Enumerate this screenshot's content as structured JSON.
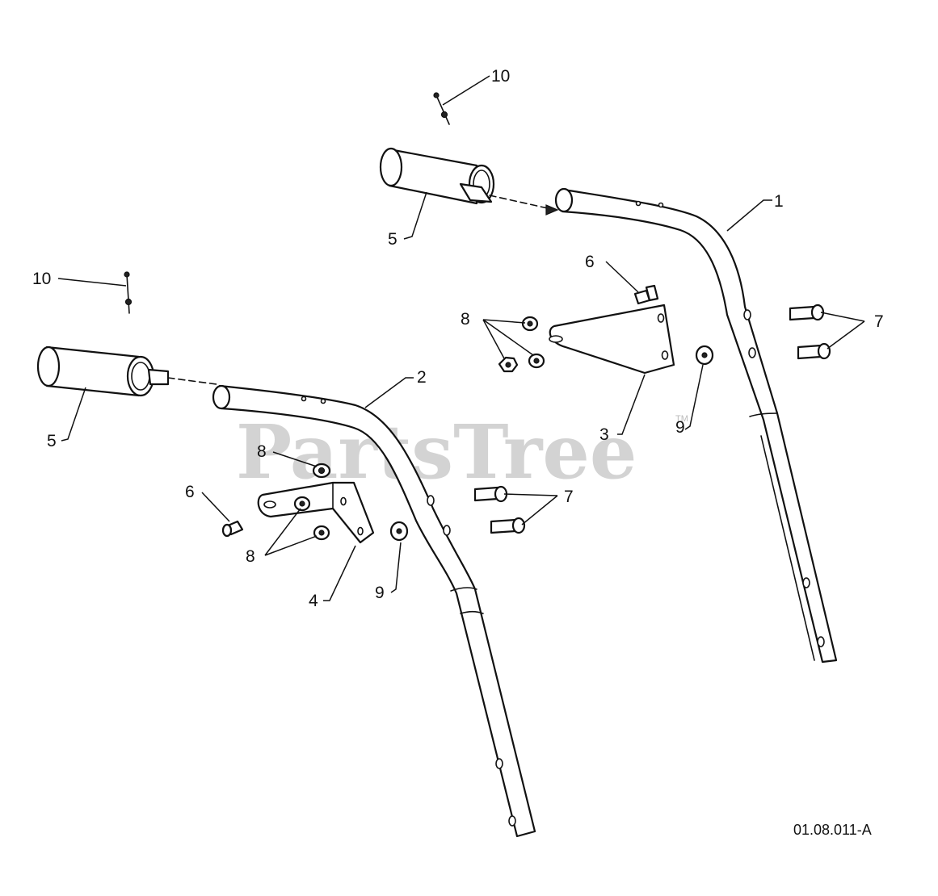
{
  "diagram": {
    "drawing_code": "01.08.011-A",
    "watermark": {
      "text": "PartsTree",
      "mark": "TM"
    },
    "callouts": {
      "c1": "1",
      "c2": "2",
      "c3": "3",
      "c4": "4",
      "c5_upper": "5",
      "c5_lower": "5",
      "c6_upper": "6",
      "c6_lower": "6",
      "c7_right": "7",
      "c7_middle": "7",
      "c8_upper": "8",
      "c8_lower_top": "8",
      "c8_lower_bottom": "8",
      "c9_right": "9",
      "c9_left": "9",
      "c10_upper": "10",
      "c10_left": "10"
    }
  }
}
